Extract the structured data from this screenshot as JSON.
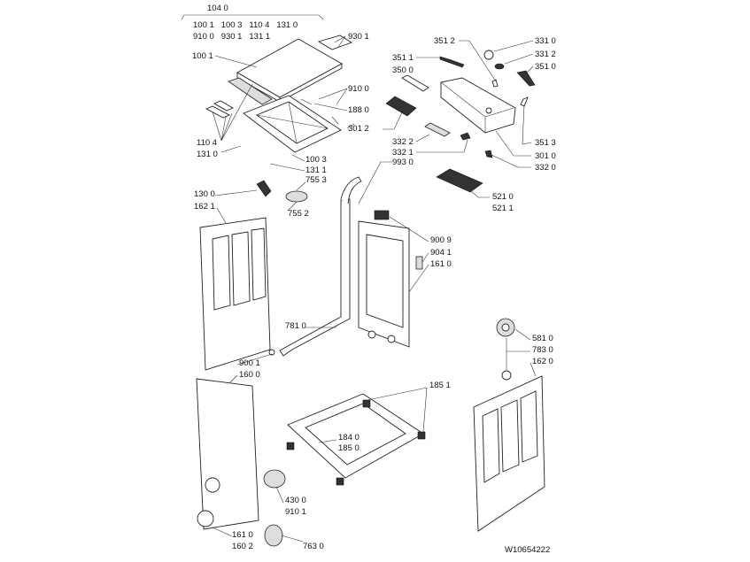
{
  "diagram": {
    "title": "Exploded parts diagram",
    "drawing_number": "W10654222",
    "group_header": "104 0",
    "group_row1": "100 1   100 3   110 4   131 0",
    "group_row2": "910 0   930 1   131 1",
    "labels": {
      "l9301": "930 1",
      "l1001": "100 1",
      "l9100": "910 0",
      "l1880": "188 0",
      "l3012": "301 2",
      "l1104": "110 4",
      "l1310": "131 0",
      "l1003": "100 3",
      "l1311": "131 1",
      "l3512": "351 2",
      "l3310": "331 0",
      "l3312": "331 2",
      "l3510": "351 0",
      "l3511": "351 1",
      "l3500": "350 0",
      "l3322": "332 2",
      "l3321": "332 1",
      "l9930": "993 0",
      "l3513": "351 3",
      "l3010": "301 0",
      "l3320": "332 0",
      "l5210": "521 0",
      "l5211": "521 1",
      "l1300": "130 0",
      "l1621": "162 1",
      "l7553": "755 3",
      "l7552": "755 2",
      "l9009": "900 9",
      "l9041": "904 1",
      "l1610a": "161 0",
      "l7810": "781 0",
      "l9001": "900 1",
      "l1600": "160 0",
      "l5810": "581 0",
      "l7830": "783 0",
      "l1620": "162 0",
      "l1851": "185 1",
      "l1840": "184 0",
      "l1850": "185 0",
      "l4300": "430 0",
      "l9101": "910 1",
      "l1610b": "161 0",
      "l1602": "160 2",
      "l7630": "763 0"
    }
  }
}
